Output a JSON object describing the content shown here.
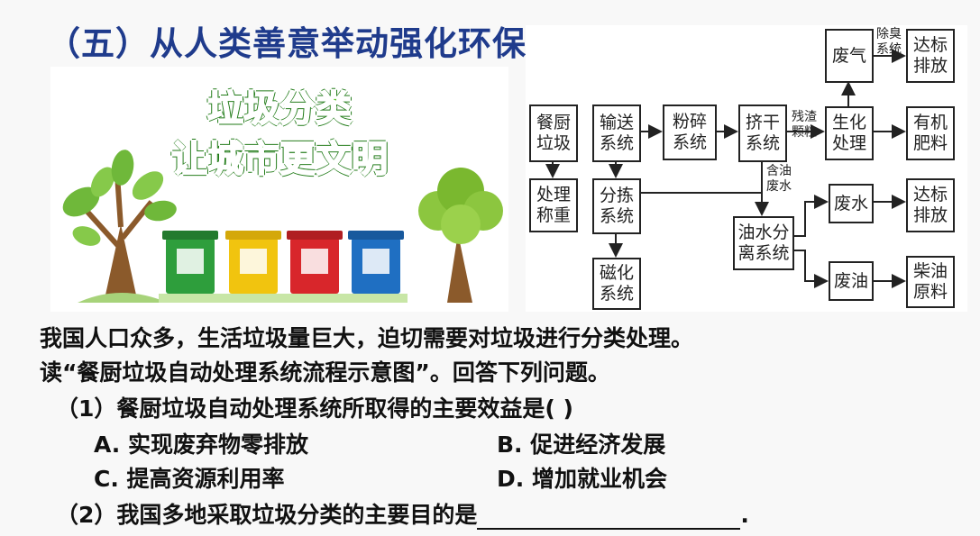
{
  "slide": {
    "title": "（五）从人类善意举动强化环保和节约意识"
  },
  "poster": {
    "line1": "垃圾分类",
    "line2": "让城市更文明",
    "bin_colors": [
      "#2e9e3c",
      "#f1c40f",
      "#d8262b",
      "#1f6fc2"
    ]
  },
  "flowchart": {
    "boxes": {
      "kitchen_waste": "餐厨垃圾",
      "weighing": "处理称重",
      "conveying": "输送系统",
      "sorting": "分拣系统",
      "magnetic": "磁化系统",
      "crushing": "粉碎系统",
      "squeeze_dry": "挤干系统",
      "oil_water_sep": "油水分离系统",
      "bio_treatment": "生化处理",
      "waste_gas": "废气",
      "gas_discharge": "达标排放",
      "organic_fertilizer": "有机肥料",
      "waste_water": "废水",
      "water_discharge": "达标排放",
      "waste_oil": "废油",
      "diesel_raw": "柴油原料"
    },
    "labels": {
      "deodorize": "除臭系统",
      "residue": "残渣颗粒",
      "oily_water": "含油废水"
    }
  },
  "content": {
    "para_line1": "我国人口众多，生活垃圾量巨大，迫切需要对垃圾进行分类处理。",
    "para_line2": "读“餐厨垃圾自动处理系统流程示意图”。回答下列问题。",
    "q1": "（1）餐厨垃圾自动处理系统所取得的主要效益是(        )",
    "option_a": "A. 实现废弃物零排放",
    "option_b": "B. 促进经济发展",
    "option_c": "C. 提高资源利用率",
    "option_d": "D. 增加就业机会",
    "q2": "（2）我国多地采取垃圾分类的主要目的是",
    "q2_end": "."
  }
}
